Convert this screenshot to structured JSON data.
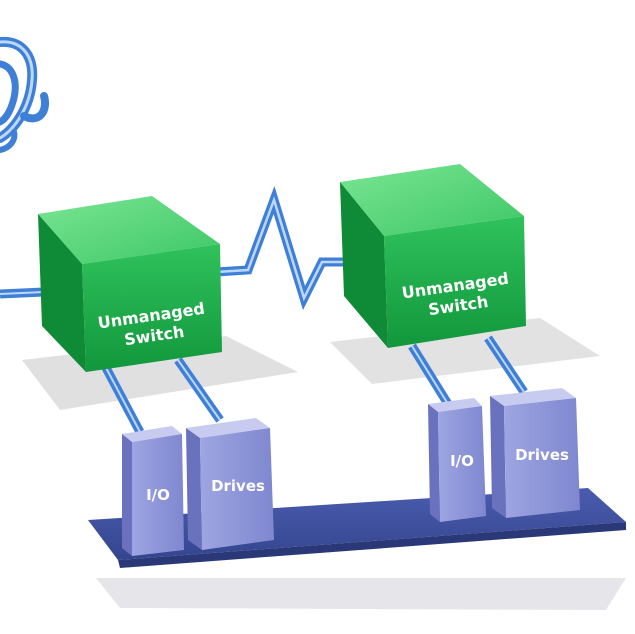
{
  "switches": [
    {
      "label_line1": "Unmanaged",
      "label_line2": "Switch"
    },
    {
      "label_line1": "Unmanaged",
      "label_line2": "Switch"
    }
  ],
  "devices": {
    "left_io": "I/O",
    "left_drives": "Drives",
    "right_io": "I/O",
    "right_drives": "Drives"
  },
  "colors": {
    "switch_front": "#1fae4a",
    "switch_top": "#52d376",
    "switch_side": "#0f8a36",
    "cable": "#3f7fd6",
    "cable_highlight": "#bcd8ff",
    "device_front": "#8d95d8",
    "device_side": "#6b72bd",
    "device_top": "#c7cbf0",
    "platform": "#3d4f9d",
    "shadow": "#e1e1e1"
  }
}
